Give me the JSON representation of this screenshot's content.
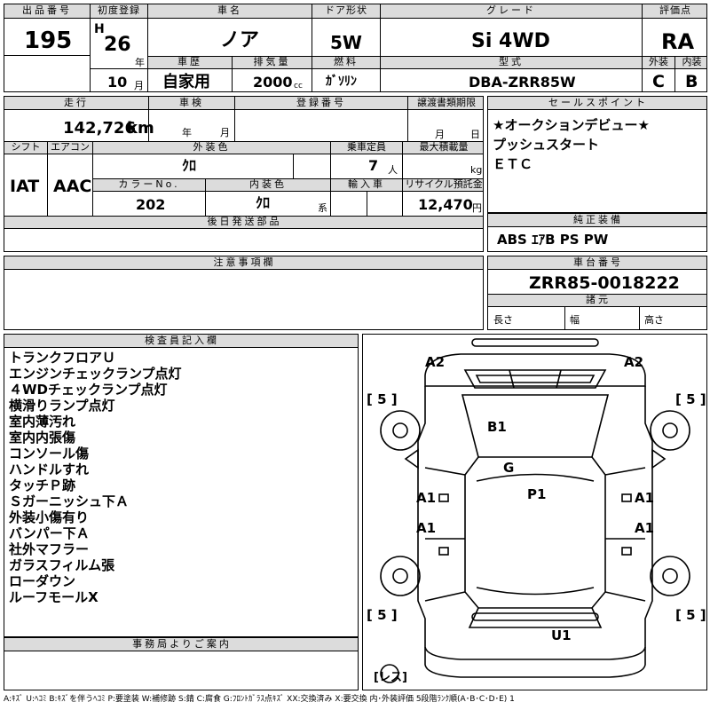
{
  "header": {
    "lot_label": "出品番号",
    "lot_number": "195",
    "first_reg_label": "初度登録",
    "era_letter": "H",
    "first_reg_year": "26",
    "year_unit": "年",
    "first_reg_month": "10",
    "month_unit": "月",
    "car_name_label": "車名",
    "car_name": "ノア",
    "history_label": "車歴",
    "history_value": "自家用",
    "displacement_label": "排気量",
    "displacement_value": "2000",
    "displacement_unit": "cc",
    "door_label": "ドア形状",
    "door_value": "5W",
    "fuel_label": "燃料",
    "fuel_value": "ｶﾞｿﾘﾝ",
    "grade_label": "グレード",
    "grade_value": "Si 4WD",
    "model_label": "型式",
    "model_value": "DBA-ZRR85W",
    "score_label": "評価点",
    "score_value": "RA",
    "exterior_label": "外装",
    "exterior_value": "C",
    "interior_label": "内装",
    "interior_value": "B"
  },
  "details": {
    "mileage_label": "走行",
    "mileage_value": "142,726",
    "mileage_unit": "km",
    "inspection_label": "車検",
    "inspection_year_unit": "年",
    "inspection_month_unit": "月",
    "reg_number_label": "登録番号",
    "transfer_label": "譲渡書類期限",
    "transfer_month_unit": "月",
    "transfer_day_unit": "日",
    "shift_label": "シフト",
    "shift_value": "IAT",
    "aircon_label": "エアコン",
    "aircon_value": "AAC",
    "ext_color_label": "外装色",
    "ext_color_value": "ｸﾛ",
    "capacity_label": "乗車定員",
    "capacity_value": "7",
    "capacity_unit": "人",
    "max_load_label": "最大積載量",
    "max_load_unit": "kg",
    "color_no_label": "カラーNo.",
    "color_no_value": "202",
    "int_color_label": "内装色",
    "int_color_value": "ｸﾛ",
    "int_color_unit": "系",
    "import_label": "輸入車",
    "recycle_label": "リサイクル預託金",
    "recycle_value": "12,470",
    "recycle_unit": "円",
    "later_parts_label": "後日発送部品"
  },
  "sales_points": {
    "label": "セールスポイント",
    "lines": [
      "★オークションデビュー★",
      "プッシュスタート",
      "ＥＴＣ"
    ]
  },
  "equipment": {
    "label": "純正装備",
    "value": "ABS ｴｱB PS PW"
  },
  "notes": {
    "label": "注意事項欄"
  },
  "chassis": {
    "label": "車台番号",
    "value": "ZRR85-0018222",
    "spec_label": "諸元",
    "length_label": "長さ",
    "width_label": "幅",
    "height_label": "高さ"
  },
  "inspector": {
    "label": "検査員記入欄",
    "lines": [
      "トランクフロアＵ",
      "エンジンチェックランプ点灯",
      "４WDチェックランプ点灯",
      "横滑りランプ点灯",
      "室内薄汚れ",
      "室内内張傷",
      "コンソール傷",
      "ハンドルすれ",
      "タッチＰ跡",
      "Ｓガーニッシュ下Ａ",
      "外装小傷有り",
      "バンパー下Ａ",
      "社外マフラー",
      "ガラスフィルム張",
      "ローダウン",
      "ルーフモールX"
    ]
  },
  "office": {
    "label": "事務局よりご案内"
  },
  "diagram": {
    "marks": {
      "a2_left": "A2",
      "a2_right": "A2",
      "tire_fl": "[ 5 ]",
      "tire_fr": "[ 5 ]",
      "tire_rl": "[ 5 ]",
      "tire_rr": "[ 5 ]",
      "b1": "B1",
      "g": "G",
      "p1": "P1",
      "a1_lf": "A1",
      "a1_rf": "A1",
      "a1_lr": "A1",
      "a1_rr": "A1",
      "u1": "U1",
      "spare": "[レス]"
    }
  },
  "legend": "A:ｷｽﾞ U:ﾍｺﾐ B:ｷｽﾞを伴うﾍｺﾐ P:要塗装 W:補修跡 S:錆 C:腐食 G:ﾌﾛﾝﾄｶﾞﾗｽ点ｷｽﾞ XX:交換済み X:要交換 内･外装評価 5段階ﾗﾝｸ順(A･B･C･D･E) 1"
}
